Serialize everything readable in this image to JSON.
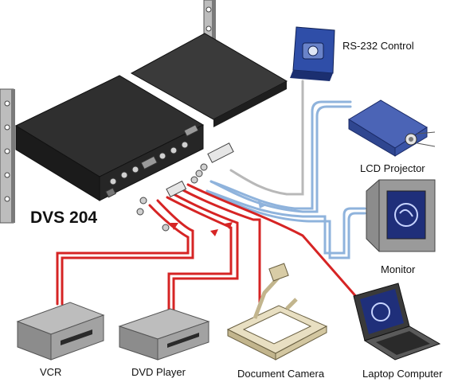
{
  "labels": {
    "unit": "DVS 204",
    "rs232": "RS-232 Control",
    "projector": "LCD Projector",
    "monitor": "Monitor",
    "vcr": "VCR",
    "dvd": "DVD Player",
    "doccam": "Document Camera",
    "laptop": "Laptop Computer"
  },
  "colors": {
    "input_cable": "#d62424",
    "output_cable": "#8fb3dc",
    "control_cable": "#b8b8b8",
    "device_gray": "#8c8c8c",
    "screen_blue": "#2b3f8f",
    "unit_black": "#262626"
  }
}
